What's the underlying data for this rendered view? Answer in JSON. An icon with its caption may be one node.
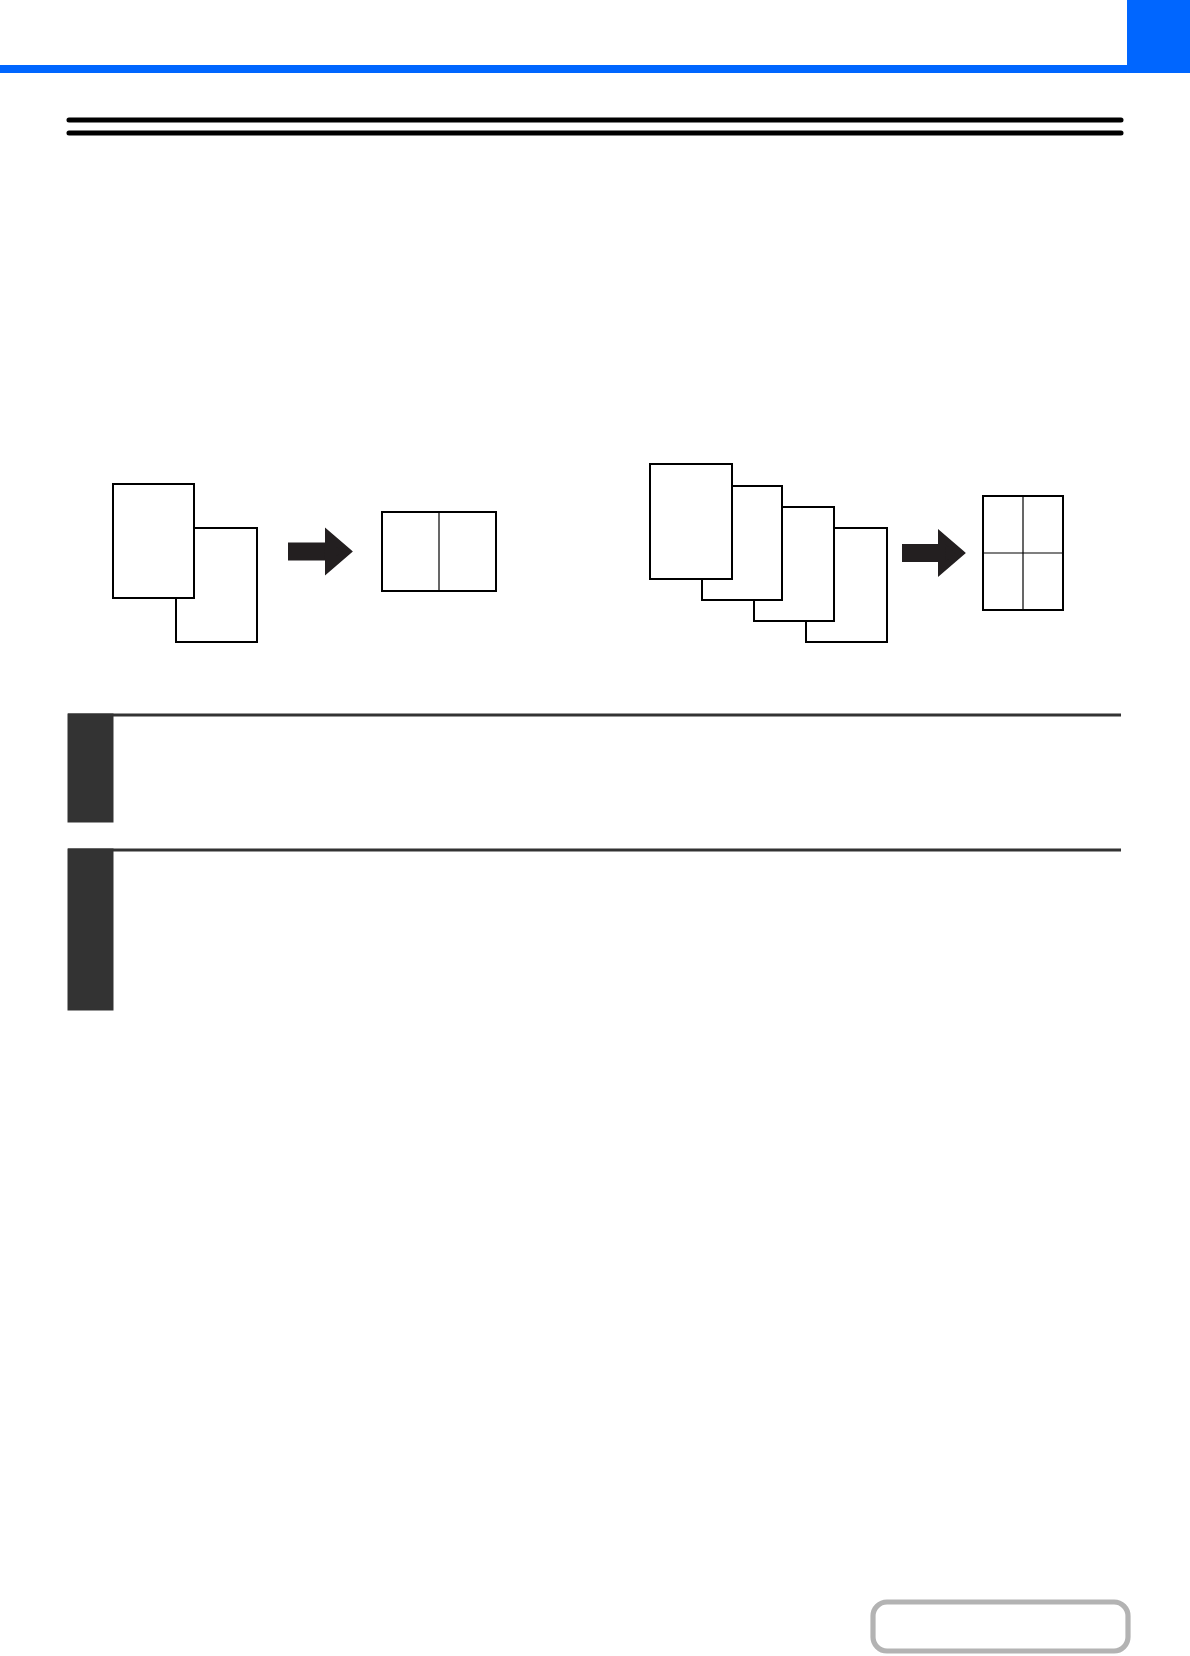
{
  "diagram": {
    "nodes": [
      {
        "text": [],
        "shape": "box"
      },
      {
        "text": [],
        "shape": "box"
      },
      {
        "text": [],
        "shape": "box"
      },
      {
        "text": [],
        "shape": "box"
      },
      {
        "text": [],
        "shape": "box"
      },
      {
        "text": [],
        "shape": "box"
      },
      {
        "text": [],
        "shape": "box"
      },
      {
        "text": [],
        "shape": "box"
      },
      {
        "text": [],
        "shape": "bar"
      },
      {
        "text": [],
        "shape": "bar"
      }
    ],
    "edges": [
      {
        "from": 1,
        "to": 2,
        "arrow": "to"
      },
      {
        "from": 6,
        "to": 7,
        "arrow": "to"
      }
    ]
  }
}
